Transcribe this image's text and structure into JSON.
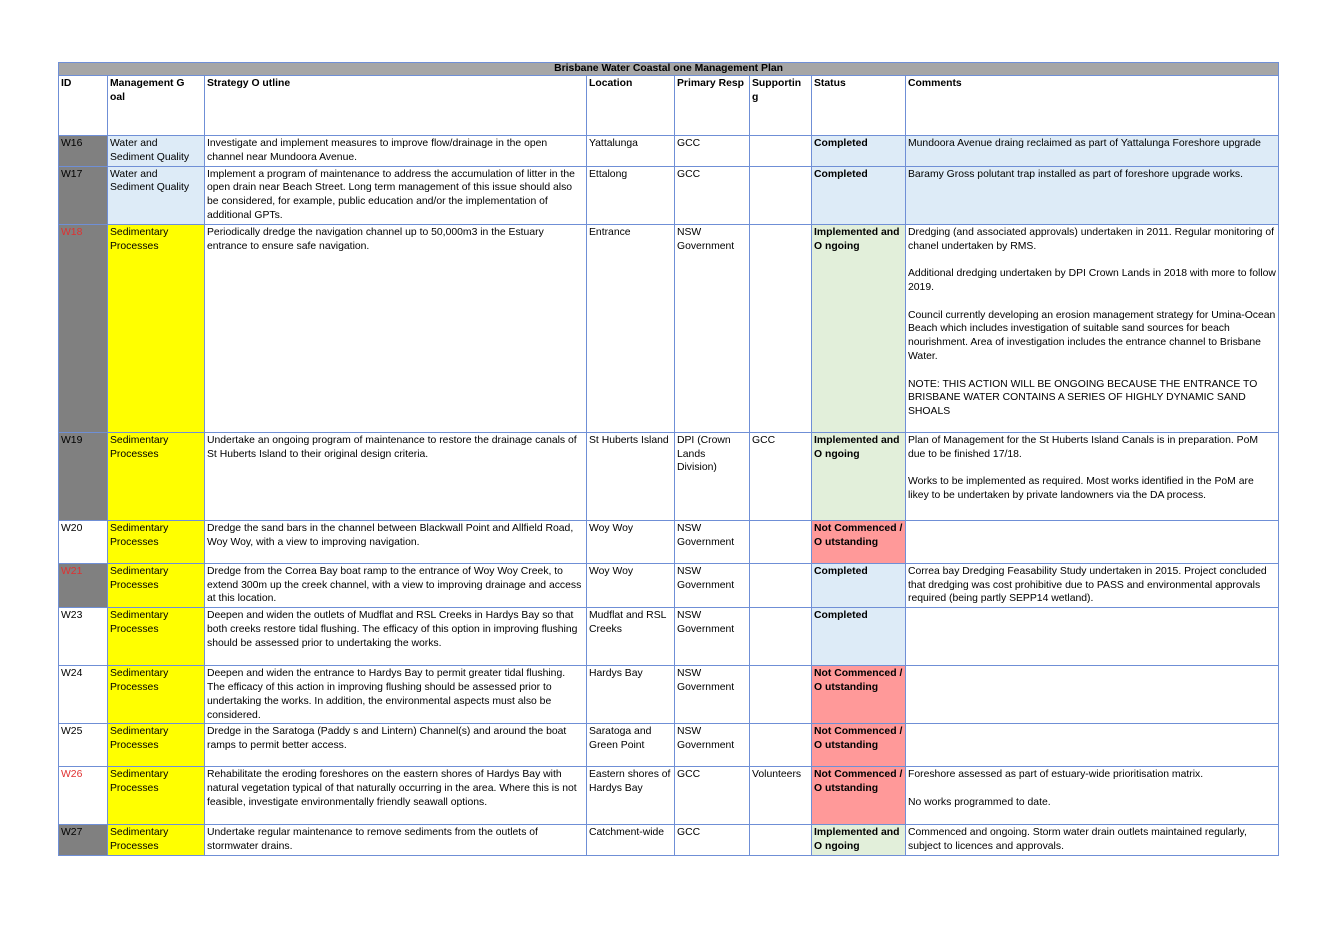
{
  "title": "Brisbane Water Coastal    one Management Plan",
  "headers": {
    "id": "ID",
    "goal": "Management G oal",
    "strategy": "Strategy O utline",
    "location": "Location",
    "primary": "Primary Resp",
    "supporting": "Supportin g",
    "status": "Status",
    "comments": "Comments"
  },
  "rows": [
    {
      "id": "W16",
      "goal": "Water and Sediment Quality",
      "strategy": "Investigate and implement measures to improve flow/drainage in the open channel near Mundoora Avenue.",
      "location": "Yattalunga",
      "primary": "GCC",
      "supporting": "",
      "status": "Completed",
      "comments": [
        "Mundoora Avenue draing reclaimed as part of Yattalunga Foreshore upgrade"
      ]
    },
    {
      "id": "W17",
      "goal": "Water and Sediment Quality",
      "strategy": "Implement a program of maintenance to address the accumulation of litter in the open drain near Beach Street.  Long term management of this issue should also be considered, for example, public education and/or the implementation of additional GPTs.",
      "location": "Ettalong",
      "primary": "GCC",
      "supporting": "",
      "status": "Completed",
      "comments": [
        "Baramy Gross polutant trap installed as part of foreshore upgrade works."
      ]
    },
    {
      "id": "W18",
      "goal": "Sedimentary Processes",
      "strategy": "Periodically dredge the navigation channel up to 50,000m3 in the Estuary entrance to ensure safe navigation.",
      "location": "Entrance",
      "primary": "NSW Government",
      "supporting": "",
      "status": "Implemented and O ngoing",
      "comments": [
        "Dredging (and associated approvals) undertaken in 2011. Regular monitoring of chanel undertaken by RMS.",
        "Additional dredging undertaken by DPI Crown Lands in 2018 with more to follow 2019.",
        "Council currently developing an erosion management strategy for Umina-Ocean Beach which includes investigation of suitable sand sources for beach nourishment. Area of investigation includes the entrance channel to Brisbane Water.",
        "NOTE: THIS ACTION WILL BE ONGOING BECAUSE THE ENTRANCE TO BRISBANE WATER CONTAINS A SERIES OF HIGHLY DYNAMIC SAND SHOALS"
      ]
    },
    {
      "id": "W19",
      "goal": "Sedimentary Processes",
      "strategy": "Undertake an ongoing program of maintenance to restore the drainage canals of St Huberts Island to their original design criteria.",
      "location": "St Huberts Island",
      "primary": "DPI (Crown Lands Division)",
      "supporting": "GCC",
      "status": "Implemented and O ngoing",
      "comments": [
        "Plan of Management for the St Huberts Island Canals is in preparation. PoM due to be finished 17/18.",
        "Works to be implemented as required. Most works identified in the PoM are likey to be undertaken by private landowners via the DA process."
      ]
    },
    {
      "id": "W20",
      "goal": "Sedimentary Processes",
      "strategy": "Dredge the sand bars in the channel between Blackwall Point and Allfield Road, Woy Woy, with a view to improving navigation.",
      "location": "Woy Woy",
      "primary": "NSW Government",
      "supporting": "",
      "status": "Not Commenced / O utstanding",
      "comments": []
    },
    {
      "id": "W21",
      "goal": "Sedimentary Processes",
      "strategy": "Dredge from the Correa Bay boat ramp to the entrance of Woy Woy Creek, to extend 300m up the creek channel, with a view to improving drainage and access at this location.",
      "location": "Woy Woy",
      "primary": "NSW Government",
      "supporting": "",
      "status": "Completed",
      "comments": [
        "Correa bay Dredging Feasability Study undertaken in 2015. Project concluded that dredging was cost prohibitive due to PASS and environmental approvals required (being partly SEPP14 wetland)."
      ]
    },
    {
      "id": "W23",
      "goal": "Sedimentary Processes",
      "strategy": "Deepen and widen the outlets of Mudflat and RSL Creeks in Hardys Bay so that both creeks restore tidal flushing.  The efficacy of this option in improving flushing should be assessed prior to undertaking the works.",
      "location": "Mudflat and RSL Creeks",
      "primary": "NSW Government",
      "supporting": "",
      "status": "Completed",
      "comments": []
    },
    {
      "id": "W24",
      "goal": "Sedimentary Processes",
      "strategy": "Deepen and widen the entrance to Hardys Bay to permit greater tidal flushing.  The efficacy of this action in improving flushing should be assessed prior to undertaking the works.  In addition, the environmental aspects must also be considered.",
      "location": "Hardys Bay",
      "primary": "NSW Government",
      "supporting": "",
      "status": "Not Commenced / O utstanding",
      "comments": []
    },
    {
      "id": "W25",
      "goal": "Sedimentary Processes",
      "strategy": "Dredge in the Saratoga (Paddy    s and Lintern) Channel(s) and around the boat ramps to permit better access.",
      "location": "Saratoga and Green Point",
      "primary": "NSW Government",
      "supporting": "",
      "status": "Not Commenced / O utstanding",
      "comments": []
    },
    {
      "id": "W26",
      "goal": "Sedimentary Processes",
      "strategy": "Rehabilitate the eroding foreshores on the eastern shores of Hardys Bay with natural vegetation typical of that naturally occurring in the area.  Where this is not feasible, investigate environmentally friendly seawall options.",
      "location": "Eastern shores of Hardys Bay",
      "primary": "GCC",
      "supporting": "Volunteers",
      "status": "Not Commenced / O utstanding",
      "comments": [
        "Foreshore assessed as part of estuary-wide prioritisation matrix.",
        "No works programmed to date."
      ]
    },
    {
      "id": "W27",
      "goal": "Sedimentary Processes",
      "strategy": "Undertake regular maintenance to remove sediments from the outlets of stormwater drains.",
      "location": "Catchment-wide",
      "primary": "GCC",
      "supporting": "",
      "status": "Implemented and O ngoing",
      "comments": [
        "Commenced and ongoing. Storm water drain outlets maintained regularly, subject to licences and approvals."
      ]
    }
  ]
}
